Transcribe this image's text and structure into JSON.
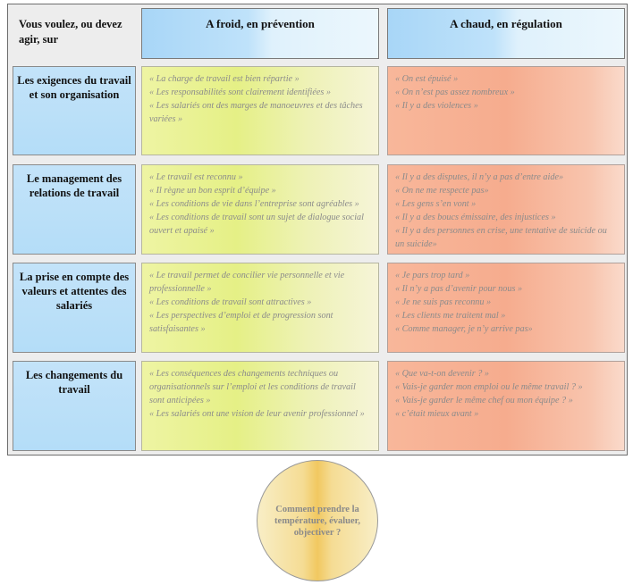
{
  "corner_label": "Vous voulez, ou devez agir, sur",
  "columns": [
    {
      "label": "A froid, en prévention"
    },
    {
      "label": "A chaud, en régulation"
    }
  ],
  "rows": [
    {
      "label": "Les exigences du travail et son organisation",
      "cold": [
        "« La charge de travail est bien répartie »",
        "« Les responsabilités sont clairement identifiées »",
        "« Les salariés ont des marges de manoeuvres et des tâches variées »"
      ],
      "hot": [
        "« On est épuisé »",
        "« On n’est pas assez nombreux »",
        "« Il y a des violences »"
      ]
    },
    {
      "label": "Le management des relations de travail",
      "cold": [
        "« Le travail est reconnu »",
        "« Il règne un bon esprit d’équipe »",
        "« Les conditions de vie dans l’entreprise sont agréables »",
        "« Les conditions de travail sont un sujet de dialogue social ouvert et apaisé »"
      ],
      "hot": [
        "« Il y a des disputes, il n’y a pas d’entre aide»",
        "« On ne me respecte pas»",
        "« Les gens s’en vont »",
        "« Il y a des boucs émissaire, des injustices »",
        "« Il y a des personnes en crise, une tentative de suicide ou un suicide»"
      ]
    },
    {
      "label": "La prise en compte des valeurs et attentes des salariés",
      "cold": [
        "« Le travail permet de concilier vie personnelle et vie professionnelle »",
        "« Les conditions de travail sont attractives »",
        "« Les perspectives d’emploi et de progression sont satisfaisantes »"
      ],
      "hot": [
        "« Je pars trop tard »",
        "« Il n’y a pas d’avenir pour nous »",
        "« Je ne suis pas reconnu »",
        "« Les clients me traitent mal »",
        "« Comme manager, je n’y arrive pas»"
      ]
    },
    {
      "label": "Les changements du travail",
      "cold": [
        "« Les conséquences des changements techniques ou organisationnels sur l’emploi et les conditions de travail sont anticipées »",
        "« Les salariés ont une vision de leur avenir professionnel »"
      ],
      "hot": [
        "« Que va-t-on devenir ? »",
        "« Vais-je garder mon emploi ou le même travail ? »",
        "« Vais-je garder le même chef ou mon équipe ? »",
        "« c’était mieux avant »"
      ]
    }
  ],
  "circle_text": "Comment prendre la température, évaluer, objectiver ?"
}
